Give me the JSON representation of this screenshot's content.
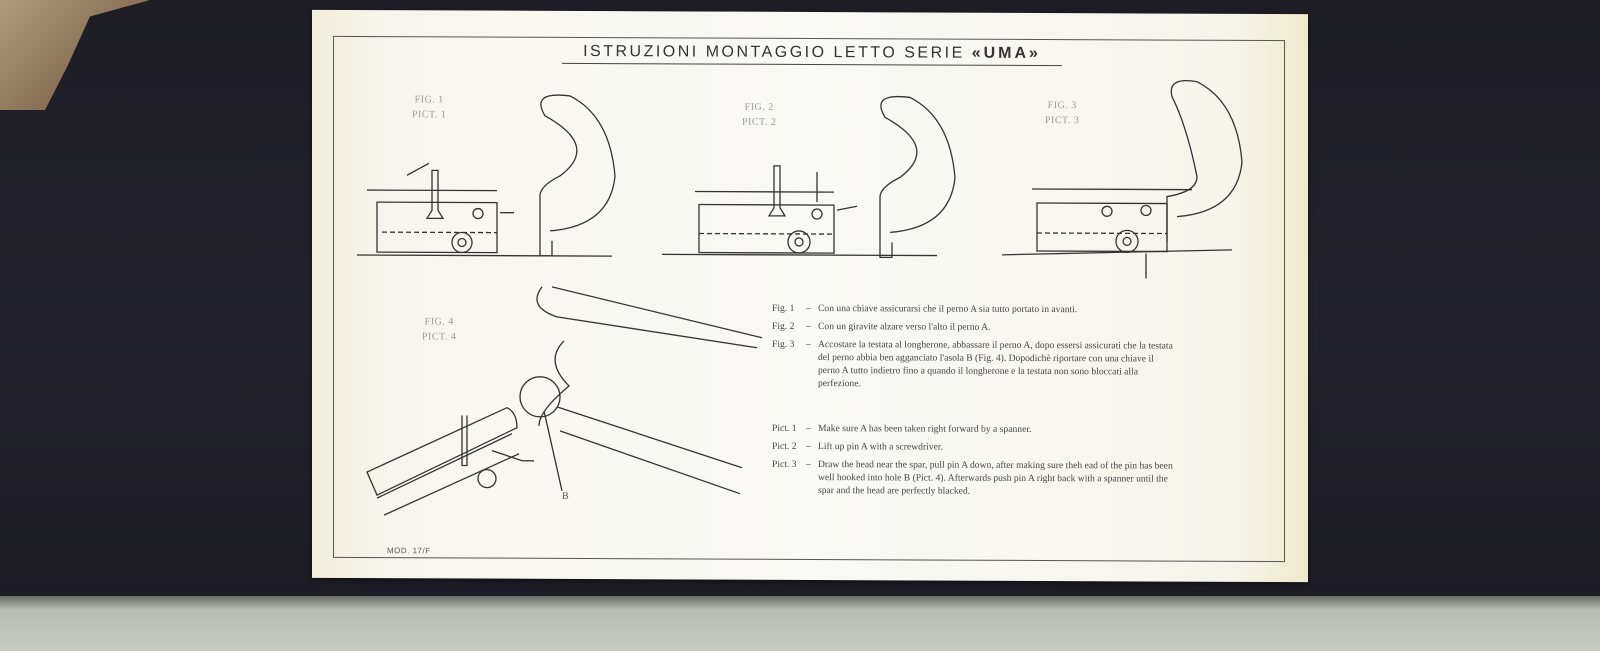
{
  "title": {
    "main": "ISTRUZIONI MONTAGGIO LETTO SERIE",
    "series": "«UMA»"
  },
  "figures": [
    {
      "fig": "FIG. 1",
      "pict": "PICT. 1"
    },
    {
      "fig": "FIG. 2",
      "pict": "PICT. 2"
    },
    {
      "fig": "FIG. 3",
      "pict": "PICT. 3"
    },
    {
      "fig": "FIG. 4",
      "pict": "PICT. 4"
    }
  ],
  "callout_b": "B",
  "italian": [
    {
      "key": "Fig. 1",
      "text": "Con una chiave assicurarsi che il perno A sia tutto portato in avanti."
    },
    {
      "key": "Fig. 2",
      "text": "Con un giravite alzare verso l'alto il perno A."
    },
    {
      "key": "Fig. 3",
      "text": "Accostare la testata al longherone, abbassare il perno A, dopo essersi assicurati che la testata del perno abbia ben agganciato l'asola B (Fig. 4). Dopodichè riportare con una chiave il perno A tutto indietro fino a quando il longherone e la testata non sono bloccati alla perfezione."
    }
  ],
  "english": [
    {
      "key": "Pict. 1",
      "text": "Make sure A has been taken right forward by a spanner."
    },
    {
      "key": "Pict. 2",
      "text": "Lift up pin A with a screwdriver."
    },
    {
      "key": "Pict. 3",
      "text": "Draw the head near the spar, pull pin A down, after making sure theh ead of the pin has been well hooked into hole B (Pict. 4). Afterwards push pin A right back with a spanner until the spar and the head are perfectly blacked."
    }
  ],
  "footer": "MOD. 17/F"
}
